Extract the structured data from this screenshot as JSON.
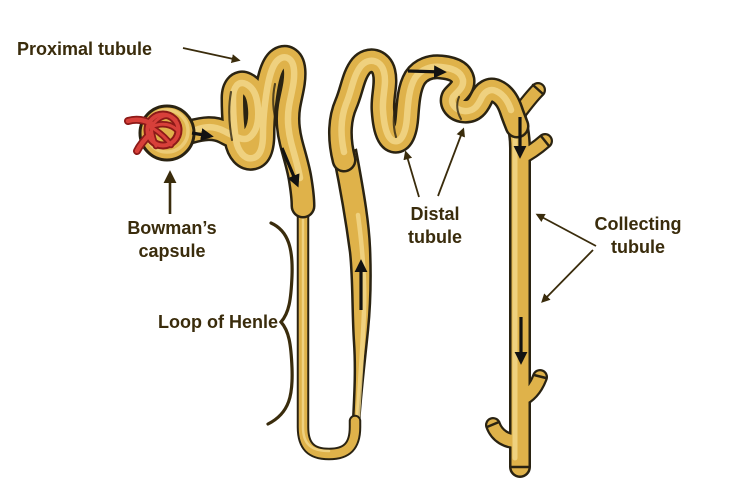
{
  "colors": {
    "background": "#ffffff",
    "tube_fill": "#DFB24A",
    "tube_highlight": "#F2D88C",
    "tube_outline": "#2A2312",
    "glomerulus_red": "#D8403A",
    "glomerulus_dark_red": "#8C1A18",
    "label_color": "#3A2C0C",
    "flow_arrow": "#121212"
  },
  "labels": {
    "proximal_tubule": {
      "text": "Proximal tubule"
    },
    "bowmans_capsule": {
      "lines": [
        "Bowman’s",
        "capsule"
      ]
    },
    "loop_of_henle": {
      "text": "Loop of Henle"
    },
    "distal_tubule": {
      "lines": [
        "Distal",
        "tubule"
      ]
    },
    "collecting_tubule": {
      "lines": [
        "Collecting",
        "tubule"
      ]
    }
  }
}
